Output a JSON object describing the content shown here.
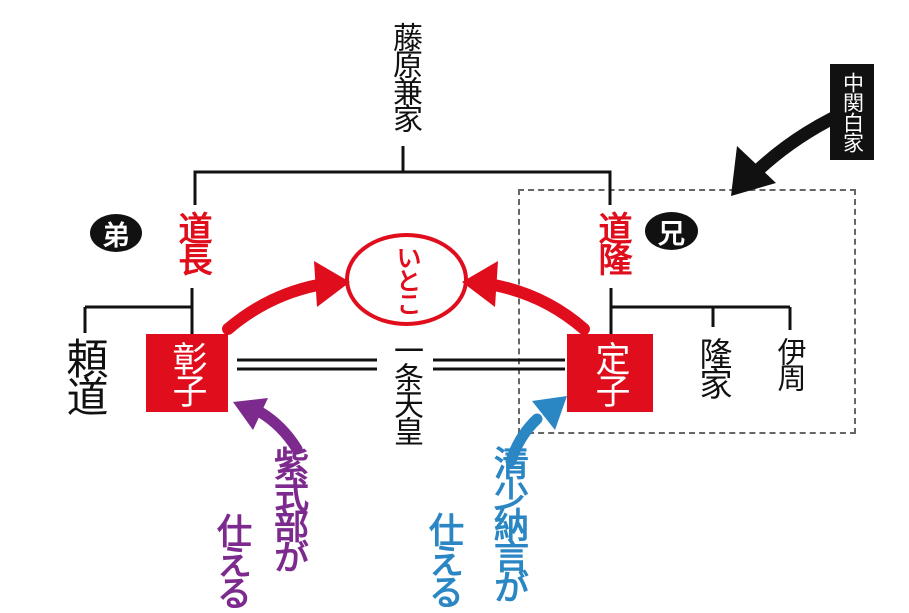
{
  "diagram": {
    "ancestor": "藤原兼家",
    "clan_label": "中関白家",
    "badge_left": "弟",
    "badge_right": "兄",
    "parent_left": "道長",
    "parent_right": "道隆",
    "relation_circle": "いとこ",
    "emperor": "一条天皇",
    "child_yorimichi": "頼道",
    "child_shoshi": "彰子",
    "child_teishi": "定子",
    "child_takaie": "隆家",
    "child_korechika": "伊周",
    "note_murasaki_col1": "紫式部が",
    "note_murasaki_col2": "仕える",
    "note_sei_col1": "清少納言が",
    "note_sei_col2": "仕える",
    "colors": {
      "red": "#e00d1c",
      "purple": "#7d2a8e",
      "blue": "#2b86c4",
      "ink": "#111111",
      "dash": "#666666"
    }
  }
}
